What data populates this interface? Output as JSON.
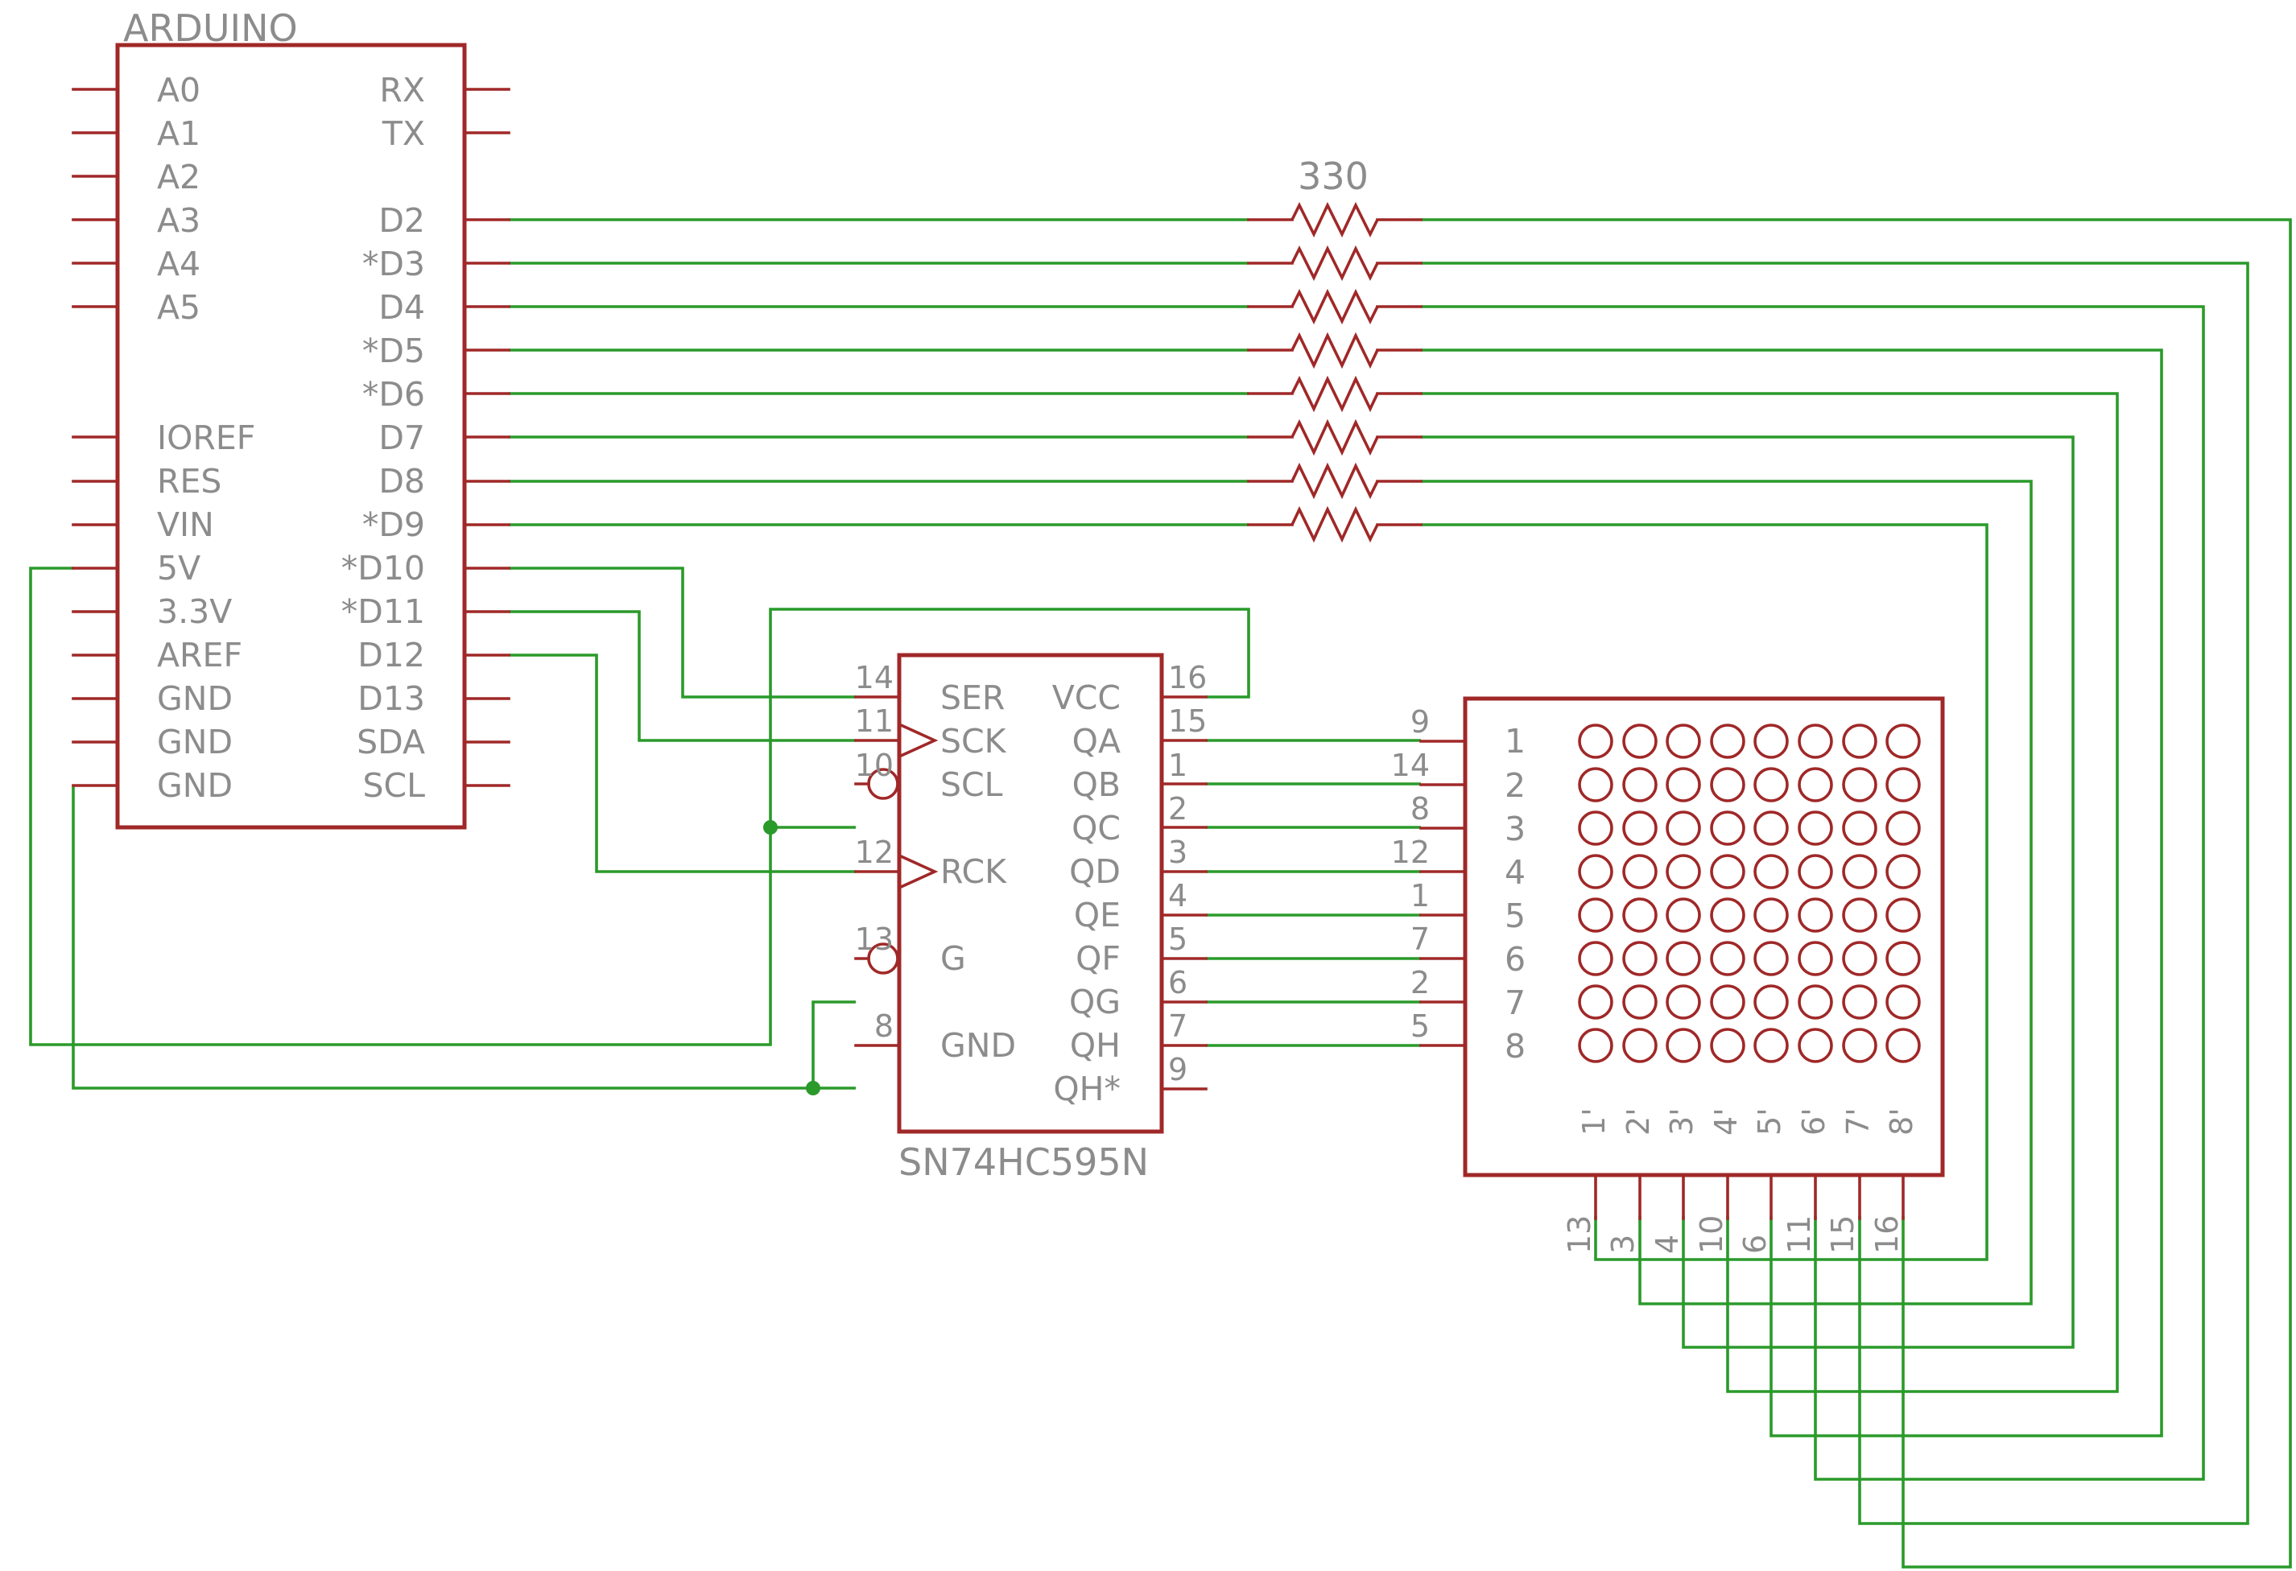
{
  "arduino": {
    "title": "ARDUINO",
    "left_pins": [
      "A0",
      "A1",
      "A2",
      "A3",
      "A4",
      "A5",
      "",
      "",
      "IOREF",
      "RES",
      "VIN",
      "5V",
      "3.3V",
      "AREF",
      "GND",
      "GND",
      "GND"
    ],
    "right_pins": [
      "RX",
      "TX",
      "",
      "D2",
      "*D3",
      "D4",
      "*D5",
      "*D6",
      "D7",
      "D8",
      "*D9",
      "*D10",
      "*D11",
      "D12",
      "D13",
      "SDA",
      "SCL"
    ]
  },
  "resistor": {
    "value": "330"
  },
  "shift_register": {
    "title": "SN74HC595N",
    "left_pins": [
      {
        "label": "SER",
        "num": "14"
      },
      {
        "label": "SCK",
        "num": "11"
      },
      {
        "label": "SCL",
        "num": "10"
      },
      {
        "label": "",
        "num": ""
      },
      {
        "label": "RCK",
        "num": "12"
      },
      {
        "label": "",
        "num": ""
      },
      {
        "label": "G",
        "num": "13"
      },
      {
        "label": "",
        "num": ""
      },
      {
        "label": "GND",
        "num": "8"
      }
    ],
    "right_pins": [
      {
        "label": "VCC",
        "num": "16"
      },
      {
        "label": "QA",
        "num": "15"
      },
      {
        "label": "QB",
        "num": "1"
      },
      {
        "label": "QC",
        "num": "2"
      },
      {
        "label": "QD",
        "num": "3"
      },
      {
        "label": "QE",
        "num": "4"
      },
      {
        "label": "QF",
        "num": "5"
      },
      {
        "label": "QG",
        "num": "6"
      },
      {
        "label": "QH",
        "num": "7"
      },
      {
        "label": "QH*",
        "num": "9"
      }
    ]
  },
  "matrix": {
    "row_labels": [
      "1",
      "2",
      "3",
      "4",
      "5",
      "6",
      "7",
      "8"
    ],
    "row_pin_numbers": [
      "9",
      "14",
      "8",
      "12",
      "1",
      "7",
      "2",
      "5"
    ],
    "col_labels": [
      "1'",
      "2'",
      "3'",
      "4'",
      "5'",
      "6'",
      "7'",
      "8'"
    ],
    "col_pin_numbers": [
      "13",
      "3",
      "4",
      "10",
      "6",
      "11",
      "15",
      "16"
    ]
  },
  "colors": {
    "part": "#a02828",
    "wire": "#2a9a2a",
    "text": "#8c8c8c"
  }
}
